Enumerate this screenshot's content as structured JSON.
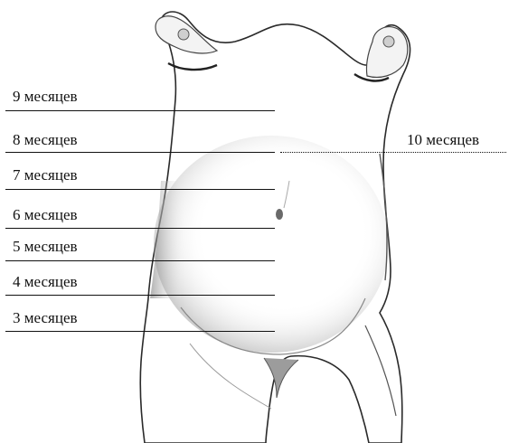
{
  "labels": [
    {
      "id": "month-9",
      "text": "9 месяцев"
    },
    {
      "id": "month-8",
      "text": "8 месяцев"
    },
    {
      "id": "month-7",
      "text": "7 месяцев"
    },
    {
      "id": "month-6",
      "text": "6 месяцев"
    },
    {
      "id": "month-5",
      "text": "5 месяцев"
    },
    {
      "id": "month-4",
      "text": "4 месяцев"
    },
    {
      "id": "month-3",
      "text": "3 месяцев"
    },
    {
      "id": "month-10",
      "text": "10 месяцев"
    }
  ],
  "illustration": {
    "name": "pregnant-torso-illustration",
    "style": "pencil-sketch",
    "stroke_color": "#222222",
    "shade_color": "#9a9a9a"
  }
}
